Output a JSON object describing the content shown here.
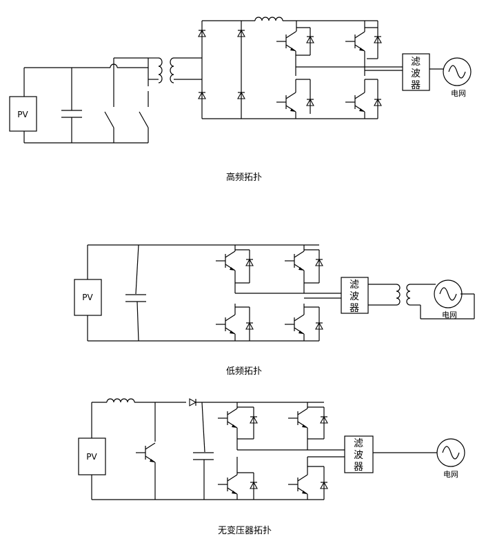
{
  "diagrams": [
    {
      "caption": "高频拓扑",
      "pv_label": "PV",
      "filter_label": [
        "滤",
        "波",
        "器"
      ],
      "grid_label": "电网"
    },
    {
      "caption": "低频拓扑",
      "pv_label": "PV",
      "filter_label": [
        "滤",
        "波",
        "器"
      ],
      "grid_label": "电网"
    },
    {
      "caption": "无变压器拓扑",
      "pv_label": "PV",
      "filter_label": [
        "滤",
        "波",
        "器"
      ],
      "grid_label": "电网"
    }
  ]
}
